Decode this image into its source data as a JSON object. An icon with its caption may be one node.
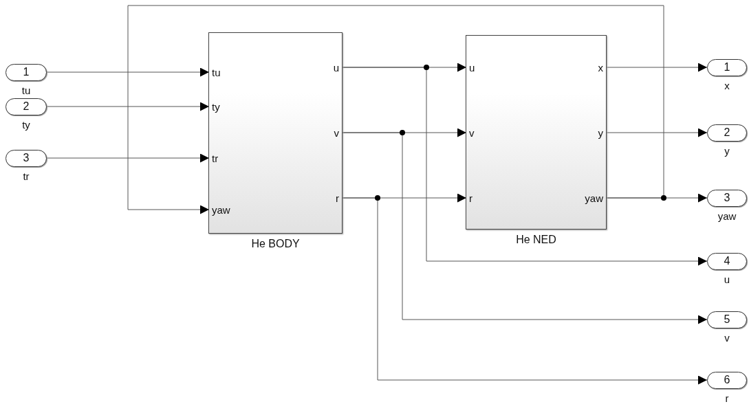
{
  "diagram": {
    "nodes": [
      {
        "text": [
          "1"
        ],
        "beside": [
          "tu"
        ]
      },
      {
        "text": [
          "2"
        ],
        "beside": [
          "ty"
        ]
      },
      {
        "text": [
          "3"
        ],
        "beside": [
          "tr"
        ]
      },
      {
        "text": [
          "He BODY"
        ]
      },
      {
        "text": [
          "tu"
        ],
        "in": 3
      },
      {
        "text": [
          "ty"
        ],
        "in": 3
      },
      {
        "text": [
          "tr"
        ],
        "in": 3
      },
      {
        "text": [
          "yaw"
        ],
        "in": 3
      },
      {
        "text": [
          "u"
        ],
        "in": 3
      },
      {
        "text": [
          "v"
        ],
        "in": 3
      },
      {
        "text": [
          "r"
        ],
        "in": 3
      },
      {
        "text": [
          "He NED"
        ]
      },
      {
        "text": [
          "u"
        ],
        "in": 11
      },
      {
        "text": [
          "v"
        ],
        "in": 11
      },
      {
        "text": [
          "r"
        ],
        "in": 11
      },
      {
        "text": [
          "x"
        ],
        "in": 11
      },
      {
        "text": [
          "y"
        ],
        "in": 11
      },
      {
        "text": [
          "yaw"
        ],
        "in": 11
      },
      {
        "text": [
          "1"
        ],
        "beside": [
          "x"
        ]
      },
      {
        "text": [
          "2"
        ],
        "beside": [
          "y"
        ]
      },
      {
        "text": [
          "3"
        ],
        "beside": [
          "yaw"
        ]
      },
      {
        "text": [
          "4"
        ],
        "beside": [
          "u"
        ]
      },
      {
        "text": [
          "5"
        ],
        "beside": [
          "v"
        ]
      },
      {
        "text": [
          "6"
        ],
        "beside": [
          "r"
        ]
      }
    ],
    "edges": [
      {
        "from": 0,
        "to": 4,
        "arrow": "to"
      },
      {
        "from": 1,
        "to": 5,
        "arrow": "to"
      },
      {
        "from": 2,
        "to": 6,
        "arrow": "to"
      },
      {
        "from": 8,
        "to": 12,
        "arrow": "to"
      },
      {
        "from": 8,
        "to": 21,
        "arrow": "to"
      },
      {
        "from": 9,
        "to": 13,
        "arrow": "to"
      },
      {
        "from": 9,
        "to": 22,
        "arrow": "to"
      },
      {
        "from": 10,
        "to": 14,
        "arrow": "to"
      },
      {
        "from": 10,
        "to": 23,
        "arrow": "to"
      },
      {
        "from": 15,
        "to": 18,
        "arrow": "to"
      },
      {
        "from": 16,
        "to": 19,
        "arrow": "to"
      },
      {
        "from": 17,
        "to": 20,
        "arrow": "to"
      },
      {
        "from": 17,
        "to": 7,
        "arrow": "to"
      }
    ]
  }
}
